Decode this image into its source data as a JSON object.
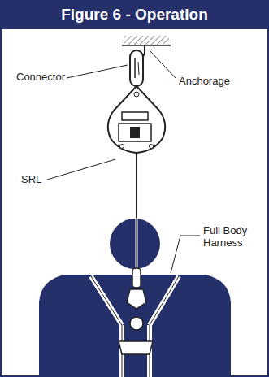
{
  "diagram": {
    "title": "Figure 6 - Operation",
    "labels": [
      "Connector",
      "Anchorage",
      "SRL",
      "Full Body Harness"
    ]
  }
}
